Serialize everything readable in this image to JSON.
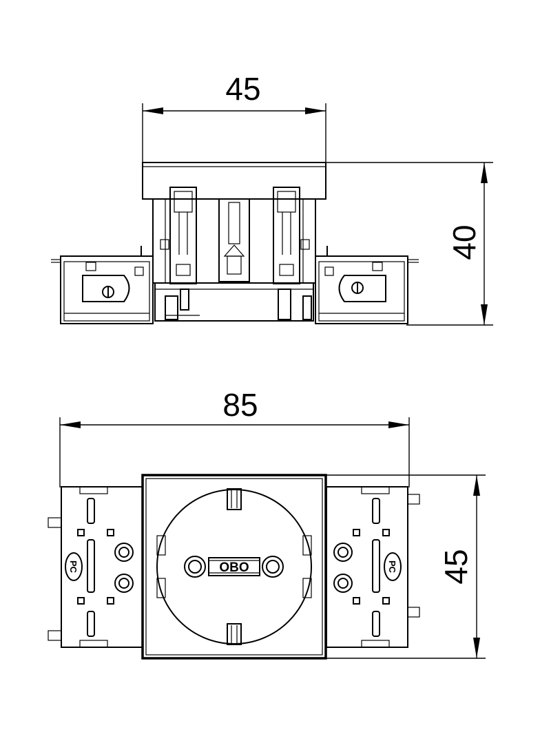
{
  "side_view": {
    "width_dimension": "45",
    "height_dimension": "40"
  },
  "front_view": {
    "width_dimension": "85",
    "height_dimension": "45",
    "brand_label": "OBO",
    "terminal_left_label": "PC",
    "terminal_right_label": "PC"
  },
  "colors": {
    "line": "#000000",
    "background": "#ffffff"
  }
}
